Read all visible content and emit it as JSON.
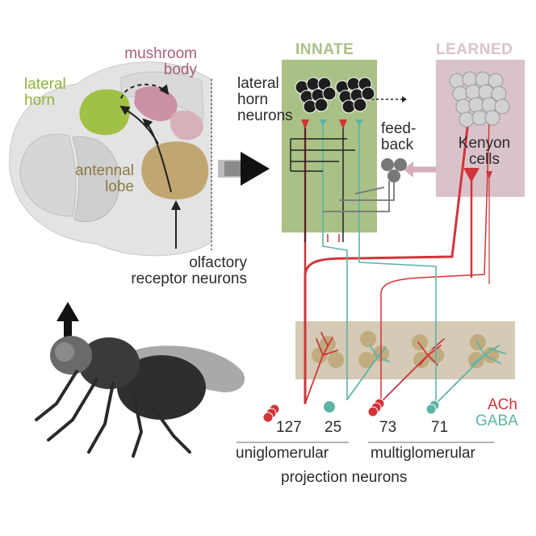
{
  "brain": {
    "lateral_horn_line1": "lateral",
    "lateral_horn_line2": "horn",
    "mushroom_body_line1": "mushroom",
    "mushroom_body_line2": "body",
    "antennal_lobe_line1": "antennal",
    "antennal_lobe_line2": "lobe",
    "orn_line1": "olfactory",
    "orn_line2": "receptor neurons"
  },
  "circuit": {
    "innate_header": "INNATE",
    "learned_header": "LEARNED",
    "lhn_line1": "lateral",
    "lhn_line2": "horn",
    "lhn_line3": "neurons",
    "feedback_line1": "feed-",
    "feedback_line2": "back",
    "kc_line1": "Kenyon",
    "kc_line2": "cells"
  },
  "legend": {
    "ach": "ACh",
    "gaba": "GABA"
  },
  "counts": [
    "127",
    "25",
    "73",
    "71"
  ],
  "footer": {
    "uni": "uniglomerular",
    "multi": "multiglomerular",
    "pn": "projection neurons"
  },
  "colors": {
    "innate": "#a9c086",
    "learned": "#d9c3c9",
    "ach": "#d1343a",
    "gaba": "#5fb3a6",
    "glomeruli_band": "#d4cab5",
    "lateral_horn": "#9cbf3c",
    "mushroom_body": "#c9879a",
    "antennal_lobe": "#bea36a"
  }
}
